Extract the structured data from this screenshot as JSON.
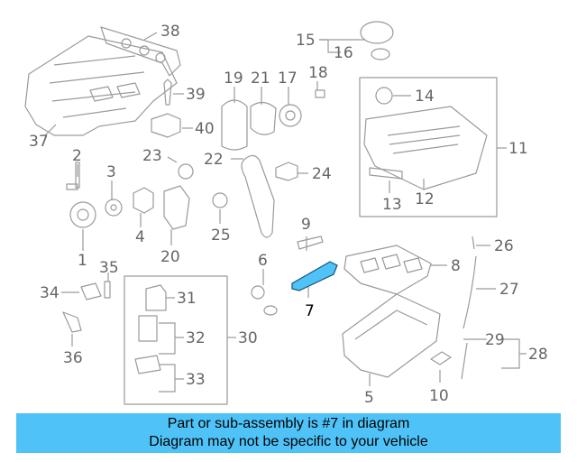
{
  "callouts": [
    {
      "id": "1",
      "text": "1"
    },
    {
      "id": "2",
      "text": "2"
    },
    {
      "id": "3",
      "text": "3"
    },
    {
      "id": "4",
      "text": "4"
    },
    {
      "id": "5",
      "text": "5"
    },
    {
      "id": "6",
      "text": "6"
    },
    {
      "id": "7",
      "text": "7"
    },
    {
      "id": "8",
      "text": "8"
    },
    {
      "id": "9",
      "text": "9"
    },
    {
      "id": "10",
      "text": "10"
    },
    {
      "id": "11",
      "text": "11"
    },
    {
      "id": "12",
      "text": "12"
    },
    {
      "id": "13",
      "text": "13"
    },
    {
      "id": "14",
      "text": "14"
    },
    {
      "id": "15",
      "text": "15"
    },
    {
      "id": "16",
      "text": "16"
    },
    {
      "id": "17",
      "text": "17"
    },
    {
      "id": "18",
      "text": "18"
    },
    {
      "id": "19",
      "text": "19"
    },
    {
      "id": "20",
      "text": "20"
    },
    {
      "id": "21",
      "text": "21"
    },
    {
      "id": "22",
      "text": "22"
    },
    {
      "id": "23",
      "text": "23"
    },
    {
      "id": "24",
      "text": "24"
    },
    {
      "id": "25",
      "text": "25"
    },
    {
      "id": "26",
      "text": "26"
    },
    {
      "id": "27",
      "text": "27"
    },
    {
      "id": "28",
      "text": "28"
    },
    {
      "id": "29",
      "text": "29"
    },
    {
      "id": "30",
      "text": "30"
    },
    {
      "id": "31",
      "text": "31"
    },
    {
      "id": "32",
      "text": "32"
    },
    {
      "id": "33",
      "text": "33"
    },
    {
      "id": "34",
      "text": "34"
    },
    {
      "id": "35",
      "text": "35"
    },
    {
      "id": "36",
      "text": "36"
    },
    {
      "id": "37",
      "text": "37"
    },
    {
      "id": "38",
      "text": "38"
    },
    {
      "id": "39",
      "text": "39"
    },
    {
      "id": "40",
      "text": "40"
    }
  ],
  "highlight_color": "#4fc3f7",
  "banner": {
    "line1": "Part or sub-assembly is #7 in diagram",
    "line2": "Diagram may not be specific to your vehicle"
  }
}
